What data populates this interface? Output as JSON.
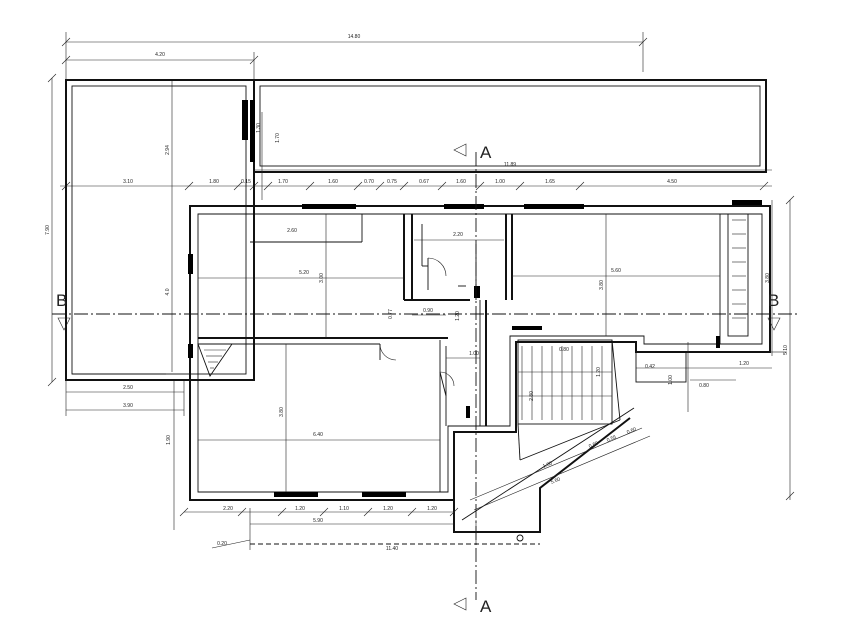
{
  "sections": {
    "a_top": "A",
    "a_bottom": "A",
    "b_left": "B",
    "b_right": "B"
  },
  "dimensions": {
    "overall_top": "14.80",
    "top_left": "4.20",
    "top_mid": "11.89",
    "left_vertical": "7.90",
    "right_vertical": "5.10",
    "row": [
      "3.10",
      "1.80",
      "0.15",
      "1.70",
      "1.60",
      "0.70",
      "0.75",
      "0.67",
      "1.60",
      "1.00",
      "1.65",
      "4.50"
    ],
    "room_a_w": "2.60",
    "room_b_w": "2.20",
    "room_c_w": "5.20",
    "room_c_h": "3.00",
    "room_d_w": "5.60",
    "room_d_h": "3.80",
    "room_e_w": "6.40",
    "room_e_h": "3.80",
    "garage_h": "2.94",
    "garage_w": "4.0",
    "hall_a": "0.90",
    "hall_b": "0.77",
    "hall_c": "1.20",
    "hall_d": "1.00",
    "left_b1": "2.50",
    "left_b2": "3.90",
    "left_b3": "1.90",
    "bottom": [
      "2.20",
      "1.20",
      "1.10",
      "1.20",
      "1.20"
    ],
    "bottom_total": "5.90",
    "bottom_dash": "11.40",
    "bottom_left": "0.20",
    "stair_a": "0.80",
    "stair_b": "1.20",
    "stair_c": "2.80",
    "diag_a": "1.80",
    "diag_b": "5.60",
    "diag_c": "0.60",
    "diag_d": "0.55",
    "diag_e": "0.60",
    "right_a": "3.80",
    "right_b": "1.20",
    "right_c": "0.80",
    "right_d": "1.00",
    "right_e": "0.42",
    "door_a": "1.30",
    "door_b": "1.70"
  }
}
